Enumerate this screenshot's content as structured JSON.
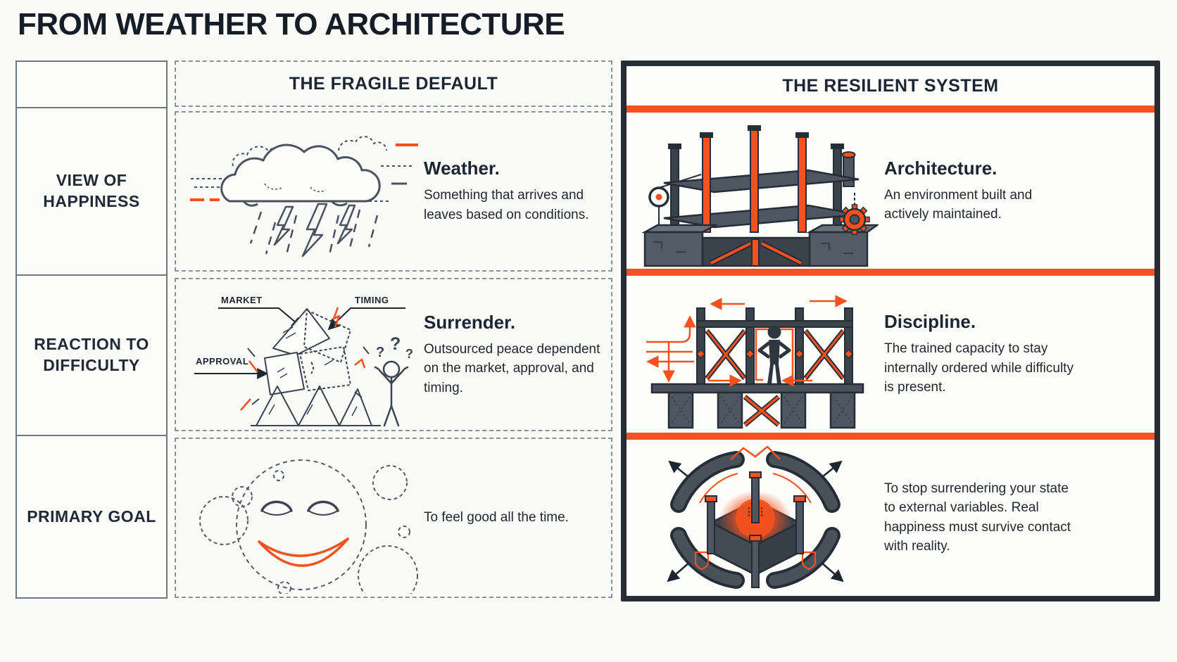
{
  "page": {
    "title": "FROM WEATHER TO ARCHITECTURE"
  },
  "colors": {
    "accent_orange": "#F4511E",
    "dark_navy": "#1D2530",
    "frame_dark": "#262D36",
    "line_gray": "#4A525E",
    "border_gray": "#70777E"
  },
  "columns": {
    "fragile": {
      "header": "THE FRAGILE DEFAULT"
    },
    "resilient": {
      "header": "THE RESILIENT SYSTEM"
    }
  },
  "rows": [
    {
      "label": "VIEW OF HAPPINESS",
      "fragile": {
        "icon": "storm-cloud-illustration",
        "heading": "Weather.",
        "body": "Something that arrives and leaves based on conditions."
      },
      "resilient": {
        "icon": "construction-frame-illustration",
        "heading": "Architecture.",
        "body": "An environment built and actively maintained."
      }
    },
    {
      "label": "REACTION TO DIFFICULTY",
      "fragile": {
        "icon": "collapsing-card-house-illustration",
        "callouts": [
          "MARKET",
          "TIMING",
          "APPROVAL"
        ],
        "qmark": "?",
        "heading": "Surrender.",
        "body": "Outsourced peace dependent on the market, approval, and timing."
      },
      "resilient": {
        "icon": "braced-structure-figure-illustration",
        "heading": "Discipline.",
        "body": "The trained capacity to stay internally ordered while difficulty is present."
      }
    },
    {
      "label": "PRIMARY GOAL",
      "fragile": {
        "icon": "smiley-face-illustration",
        "body": "To feel good all the time."
      },
      "resilient": {
        "icon": "fortress-core-illustration",
        "body": "To stop surrendering your state to external variables. Real happiness must survive contact with reality."
      }
    }
  ]
}
